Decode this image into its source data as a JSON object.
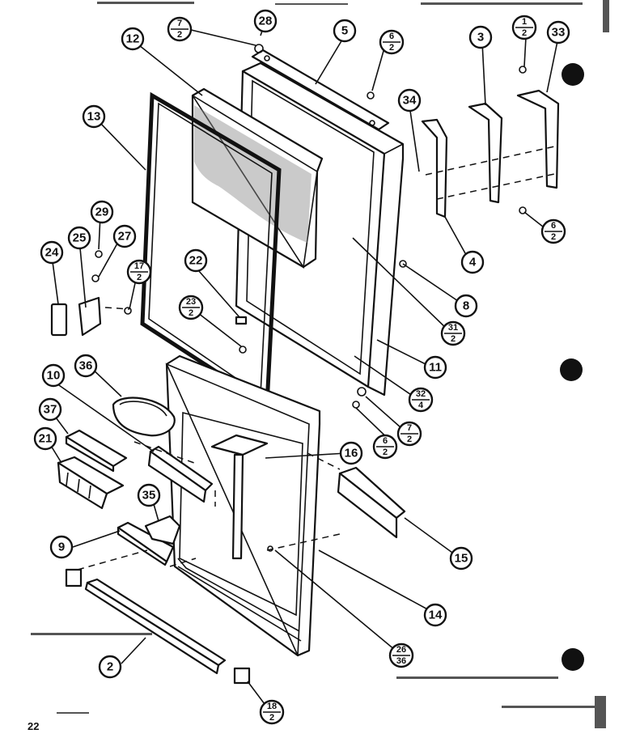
{
  "page_number": "22",
  "callouts": [
    {
      "id": "c28",
      "label": "28"
    },
    {
      "id": "c5",
      "label": "5"
    },
    {
      "id": "c12",
      "label": "12"
    },
    {
      "id": "c13",
      "label": "13"
    },
    {
      "id": "c3",
      "label": "3"
    },
    {
      "id": "c33",
      "label": "33"
    },
    {
      "id": "c34",
      "label": "34"
    },
    {
      "id": "c4",
      "label": "4"
    },
    {
      "id": "c8",
      "label": "8"
    },
    {
      "id": "c11",
      "label": "11"
    },
    {
      "id": "c29",
      "label": "29"
    },
    {
      "id": "c25",
      "label": "25"
    },
    {
      "id": "c27",
      "label": "27"
    },
    {
      "id": "c24",
      "label": "24"
    },
    {
      "id": "c22",
      "label": "22"
    },
    {
      "id": "c10",
      "label": "10"
    },
    {
      "id": "c36",
      "label": "36"
    },
    {
      "id": "c37",
      "label": "37"
    },
    {
      "id": "c21",
      "label": "21"
    },
    {
      "id": "c16",
      "label": "16"
    },
    {
      "id": "c35",
      "label": "35"
    },
    {
      "id": "c9",
      "label": "9"
    },
    {
      "id": "c15",
      "label": "15"
    },
    {
      "id": "c14",
      "label": "14"
    },
    {
      "id": "c2",
      "label": "2"
    }
  ],
  "fraction_callouts": [
    {
      "id": "f7_2_top",
      "num": "7",
      "den": "2"
    },
    {
      "id": "f6_2_top",
      "num": "6",
      "den": "2"
    },
    {
      "id": "f1_2",
      "num": "1",
      "den": "2"
    },
    {
      "id": "f6_2_right",
      "num": "6",
      "den": "2"
    },
    {
      "id": "f17_2",
      "num": "17",
      "den": "2"
    },
    {
      "id": "f23_2",
      "num": "23",
      "den": "2"
    },
    {
      "id": "f31_2",
      "num": "31",
      "den": "2"
    },
    {
      "id": "f32_4",
      "num": "32",
      "den": "4"
    },
    {
      "id": "f7_2_mid",
      "num": "7",
      "den": "2"
    },
    {
      "id": "f6_2_mid",
      "num": "6",
      "den": "2"
    },
    {
      "id": "f26_36",
      "num": "26",
      "den": "36"
    },
    {
      "id": "f18_2",
      "num": "18",
      "den": "2"
    }
  ]
}
